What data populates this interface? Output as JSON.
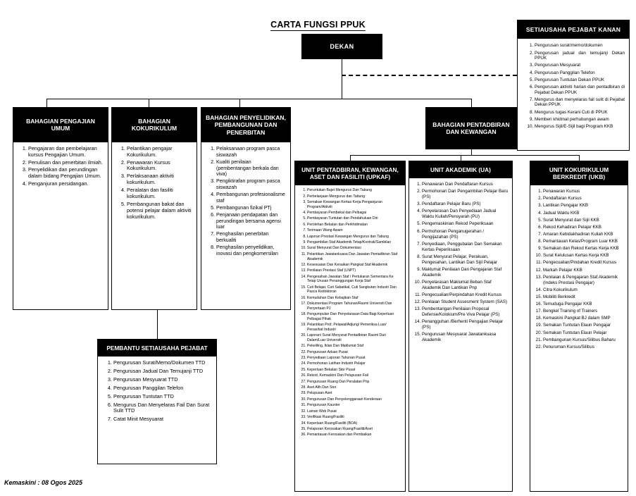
{
  "title": "CARTA FUNGSI PPUK",
  "footer": "Kemaskini : 08 Ogos 2025",
  "dekan": {
    "label": "DEKAN"
  },
  "setiausaha_pejabat_kanan": {
    "title": "SETIAUSAHA PEJABAT KANAN",
    "items": [
      "Pengurusan surat/memo/dokumen",
      "Pengurusan jadual dan temujanji Dekan PPUK",
      "Pengurusan Mesyuarat",
      "Pengurusan Panggilan Telefon",
      "Pengurusan Tuntutan Dekan PPUK",
      "Pengurusan aktiviti harian dan pentadbiran di Pejabat Dekan PPUK",
      "Mengurus dan menyelaras fail sulit di Pejabat Dekan PPUK",
      "Mengurus tugas Kerani Cuti di PPUK",
      "Memberi khidmat perhubungan awam",
      "Mengurus Sijil/E-Sijil bagi Program KKB"
    ]
  },
  "bahagian": [
    {
      "title": "BAHAGIAN PENGAJIAN UMUM",
      "items": [
        "Pengajaran dan pembelajaran kursus Pengajian Umum.",
        "Penulisan dan penerbitan ilmiah.",
        "Penyelidikan dan perundingan dalam bidang Pengajian Umum.",
        "Penganjuran persidangan."
      ]
    },
    {
      "title": "BAHAGIAN KOKURIKULUM",
      "items": [
        "Pelantikan pengajar Kokurikulum.",
        "Penawaran Kursus Kokurikulum.",
        "Perlaksanaan aktiviti kokurikulum.",
        "Peralatan dan fasiliti kokurikulum.",
        "Pembangunan bakat dan potensi pelajar dalam aktiviti kokurikulum."
      ]
    },
    {
      "title": "BAHAGIAN PENYELIDIKAN, PEMBANGUNAN DAN PENERBITAN",
      "items": [
        "Pelaksanaan program pasca siswazah",
        "Kualiti penilaian (pembentangan berkala dan viva)",
        "Pengiktirafan program pasca siswazah",
        "Pembangunan profesionalisme staf",
        "Pembangunan fizikal PTj",
        "Penjanaan pendapatan dan perundingan bersama agensi luar",
        "Penghasilan penerbitan berkualiti",
        "Penghasilan penyelidikan, inovasi dan pengkomersilan"
      ]
    },
    {
      "title": "BAHAGIAN PENTADBIRAN DAN KEWANGAN",
      "items": []
    }
  ],
  "pembantu_setiausaha_pejabat": {
    "title": "PEMBANTU SETIAUSAHA PEJABAT",
    "items": [
      "Pengurusan  Surat/Memo/Dokumen TTD",
      "Pengurusan  Jadual Dan Temujanji TTD",
      "Pengurusan Mesyuarat TTD",
      "Pengurusan Panggilan Telefon",
      "Pengurusan Tuntutan TTD",
      "Mengurus Dan Menyelaras Fail Dan Surat Sulit TTD",
      "Catat Minit Mesyuarat"
    ]
  },
  "units": [
    {
      "title": "UNIT PENTADBIRAN, KEWANGAN, ASET DAN FASILITI (UPKAF)",
      "items": [
        "Peruntukan Bajet Mengurus Dan Tabung",
        "Perbelanjaan Mengurus dan Tabung",
        "Semakan Kewangan Kertas Kerja Penganjuran Program/Aktiviti",
        "Pembayaran Pembekal dan Pelbagai",
        "Pembayaran Tuntutan dan Pendahuluan Diri",
        "Perolehan Bekalan dan Perkhidmatan",
        "Terimaan Wang Awam",
        "Laporan Prestasi Kewangan Mengurus dan Tabung",
        "Pengambilan Staf Akademik Tetap/Kontrak/Sambilan",
        "Surat Menyurat Dan Dokumentasi",
        "Pelantikan Jawatankuasa Dan Jawatan Pentadbiran Staf Akademik",
        "Kesesuaian  Dan Kenaikan Pangkat Staf Akademik",
        "Penilaian Prestasi Staf (LNPT)",
        "Pengesahan Jawatan Staf / Pertukaran Sementara Ke Tetap Urusan Penanggungan Kerja Staf",
        "Cuti Belajar, Cuti Sabatikal, Cuti Sangkutan Industri Dan Pasca Kedoktoran",
        "Kemudahan Dan Kebajikan Staf",
        "Dokumentasi Program Tahunan/Rasmi Universiti Dan Penyertaan PJ",
        "Pengumpulan Dan Penyelarasan Data Bagi Keperluan Pelbagai Pihak",
        "Pelantikan Prof. Pelawat/Adjung/ Pemeriksa Luar/ Penasihat Industri",
        "Laporan/ Surat Menyurat Pentadbiran Rasmi Dari Dalam/Luar Universiti",
        "Pekeliling, Iklan Dan Maklumat Staf",
        "Pengurusan Aduan Pusat",
        "Penyediaan Laporan Tahunan Pusat",
        "Permohonan Latihan Industri Pelajar",
        "Keperluan Bekalan Stor Pusat",
        "Rekod, Kemaskini Dan Pelupusan Fail",
        "Pengurusan Ruang Dan Peralatan Pnp",
        "Aset Alih Dan Stor",
        "Pelupusan Aset",
        "Pengurusan Dan  Penyelenggaraan Kenderaan",
        "Pengurusan Kaunter",
        "Laman Web Pusat",
        "Verifikasi Ruang/Fasiliti",
        "Keperluan Ruang/Fasiliti (BOA)",
        "Pelaporan Kerosakan Ruang/Fasiliti/Aset",
        "Pemantauan Kerosakan dan Pembaikan"
      ]
    },
    {
      "title": "UNIT AKADEMIK (UA)",
      "items": [
        "Penawaran Dan Pendaftaran Kursus",
        "Permohonan Dan Pengambilan Pelajar Baru (PS)",
        "Pendaftaran Pelajar Baru (PS)",
        "Penyelarasan Dan Penyediaan Jadual Waktu Kuliah/Pensyarah (PU)",
        "Pengemaskinian Rekod Peperiksaan",
        "Permohonan Penganugerahan / Pengijazahan (PS)",
        "Penyediaan, Penggubalan Dan Semakan Kertas Peperiksaan",
        "Surat Menyurat Pelajar, Perakuan, Pengesahan, Lantikan Dan Sijil Pelajar",
        "Maklumat Penilaian Dan Pengajaran Staf Akademik",
        "Penyelarasan Maklumat Beban Staf Akademik Dan Lantikan Pnp",
        "Pengecualian/Perpindahan Kredit Kursus",
        "Penilaian Student Assesment System (SAS)",
        "Pembentangan Penilaian Proposal Defense/Kolokium/Pre Viva Pelajar (PS)",
        "Penangguhan /Berhenti Pengajian Pelajar (PS)",
        "Pengurusan Mesyuarat Jawatankuasa Akademik"
      ]
    },
    {
      "title": "UNIT KOKURIKULUM BERKREDIT (UKB)",
      "items": [
        "Penawaran Kursus",
        "Pendaftaran Kursus",
        "Lantikan Pengajar KKB",
        "Jadual Waktu KKB",
        "Surat Menyurat dan Sijil KKB",
        "Rekod Kehadiran Pelajar KKB",
        "Amaran Kebidakhadiran Kuliah KKB",
        "Pemantauan Kelas/Program Luar KKB",
        "Semakan dan Rekod Kertas Kerja KKB",
        "Surat Kelulusan Kertas Kerja KKB",
        "Pengecualian/Pindahan Kredit Kursus",
        "Markah Pelajar KKB",
        "Penilaian & Pengajaran Staf Akademik (Indeks Prestasi Pengajar)",
        "Citra Kokurikulum",
        "Mobiliti Berkredit",
        "Temuduga Pengajar KKB",
        "Bengkel Training of Trainers",
        "Kemaskini Pangkat BJ dalam SMP",
        "Semakan Tuntutan Elaun Pengajar",
        "Semakan Tuntutan Elaun Pelajar",
        "Pembangunan Kursus/Silibus Baharu",
        "Penuruman Kursus/Silibus"
      ]
    }
  ]
}
